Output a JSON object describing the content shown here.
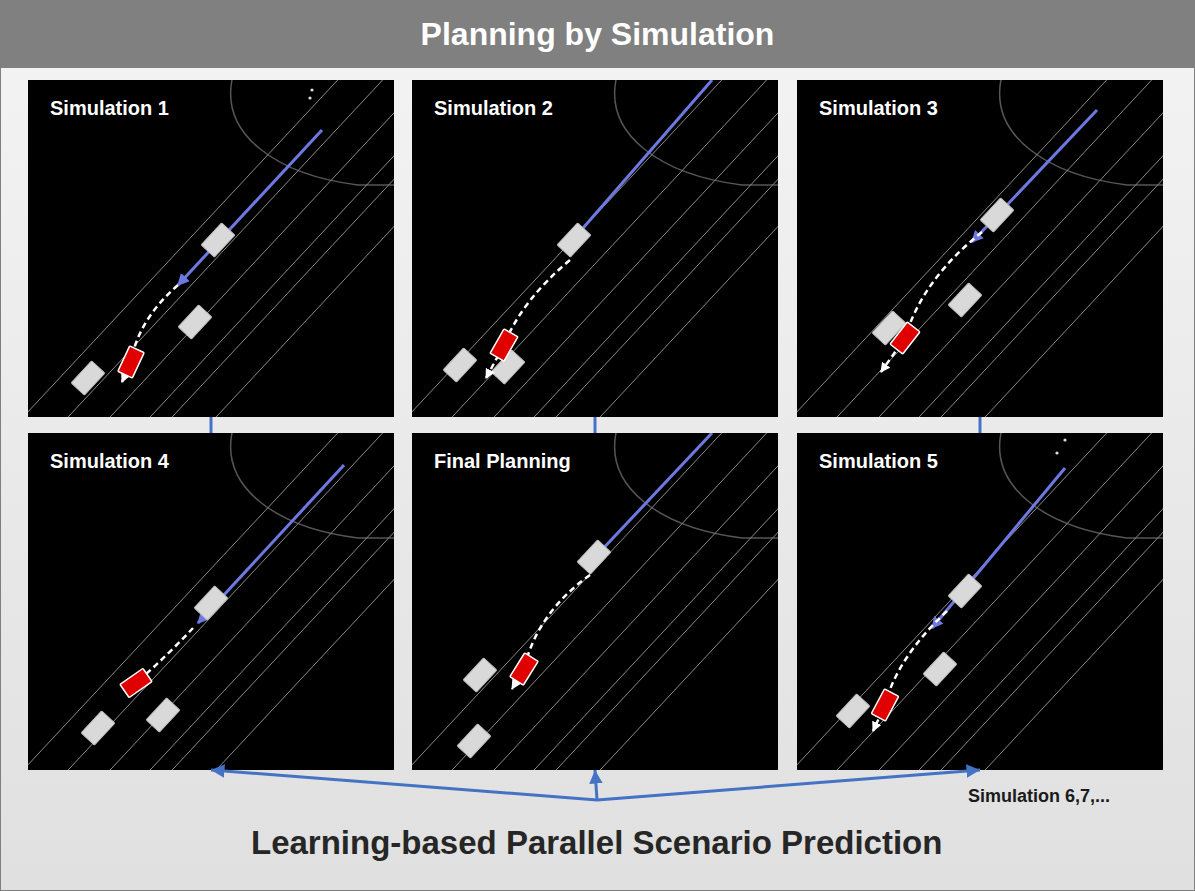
{
  "diagram": {
    "title": "Planning by Simulation",
    "nodes": [
      {
        "text": [
          "Simulation 1"
        ]
      },
      {
        "text": [
          "Simulation 2"
        ]
      },
      {
        "text": [
          "Simulation 3"
        ]
      },
      {
        "text": [
          "Simulation 4"
        ]
      },
      {
        "text": [
          "Final Planning"
        ]
      },
      {
        "text": [
          "Simulation 5"
        ]
      },
      {
        "text": [
          "Learning-based Parallel Scenario Prediction"
        ]
      }
    ],
    "edges": [
      {
        "from": 0,
        "to": 3,
        "arrow": "none"
      },
      {
        "from": 1,
        "to": 4,
        "arrow": "none"
      },
      {
        "from": 2,
        "to": 5,
        "arrow": "none"
      },
      {
        "from": 6,
        "to": 3,
        "arrow": "to"
      },
      {
        "from": 6,
        "to": 4,
        "arrow": "to"
      },
      {
        "from": 6,
        "to": 5,
        "arrow": "to"
      }
    ],
    "labels": [
      "Simulation 6,7,..."
    ]
  }
}
